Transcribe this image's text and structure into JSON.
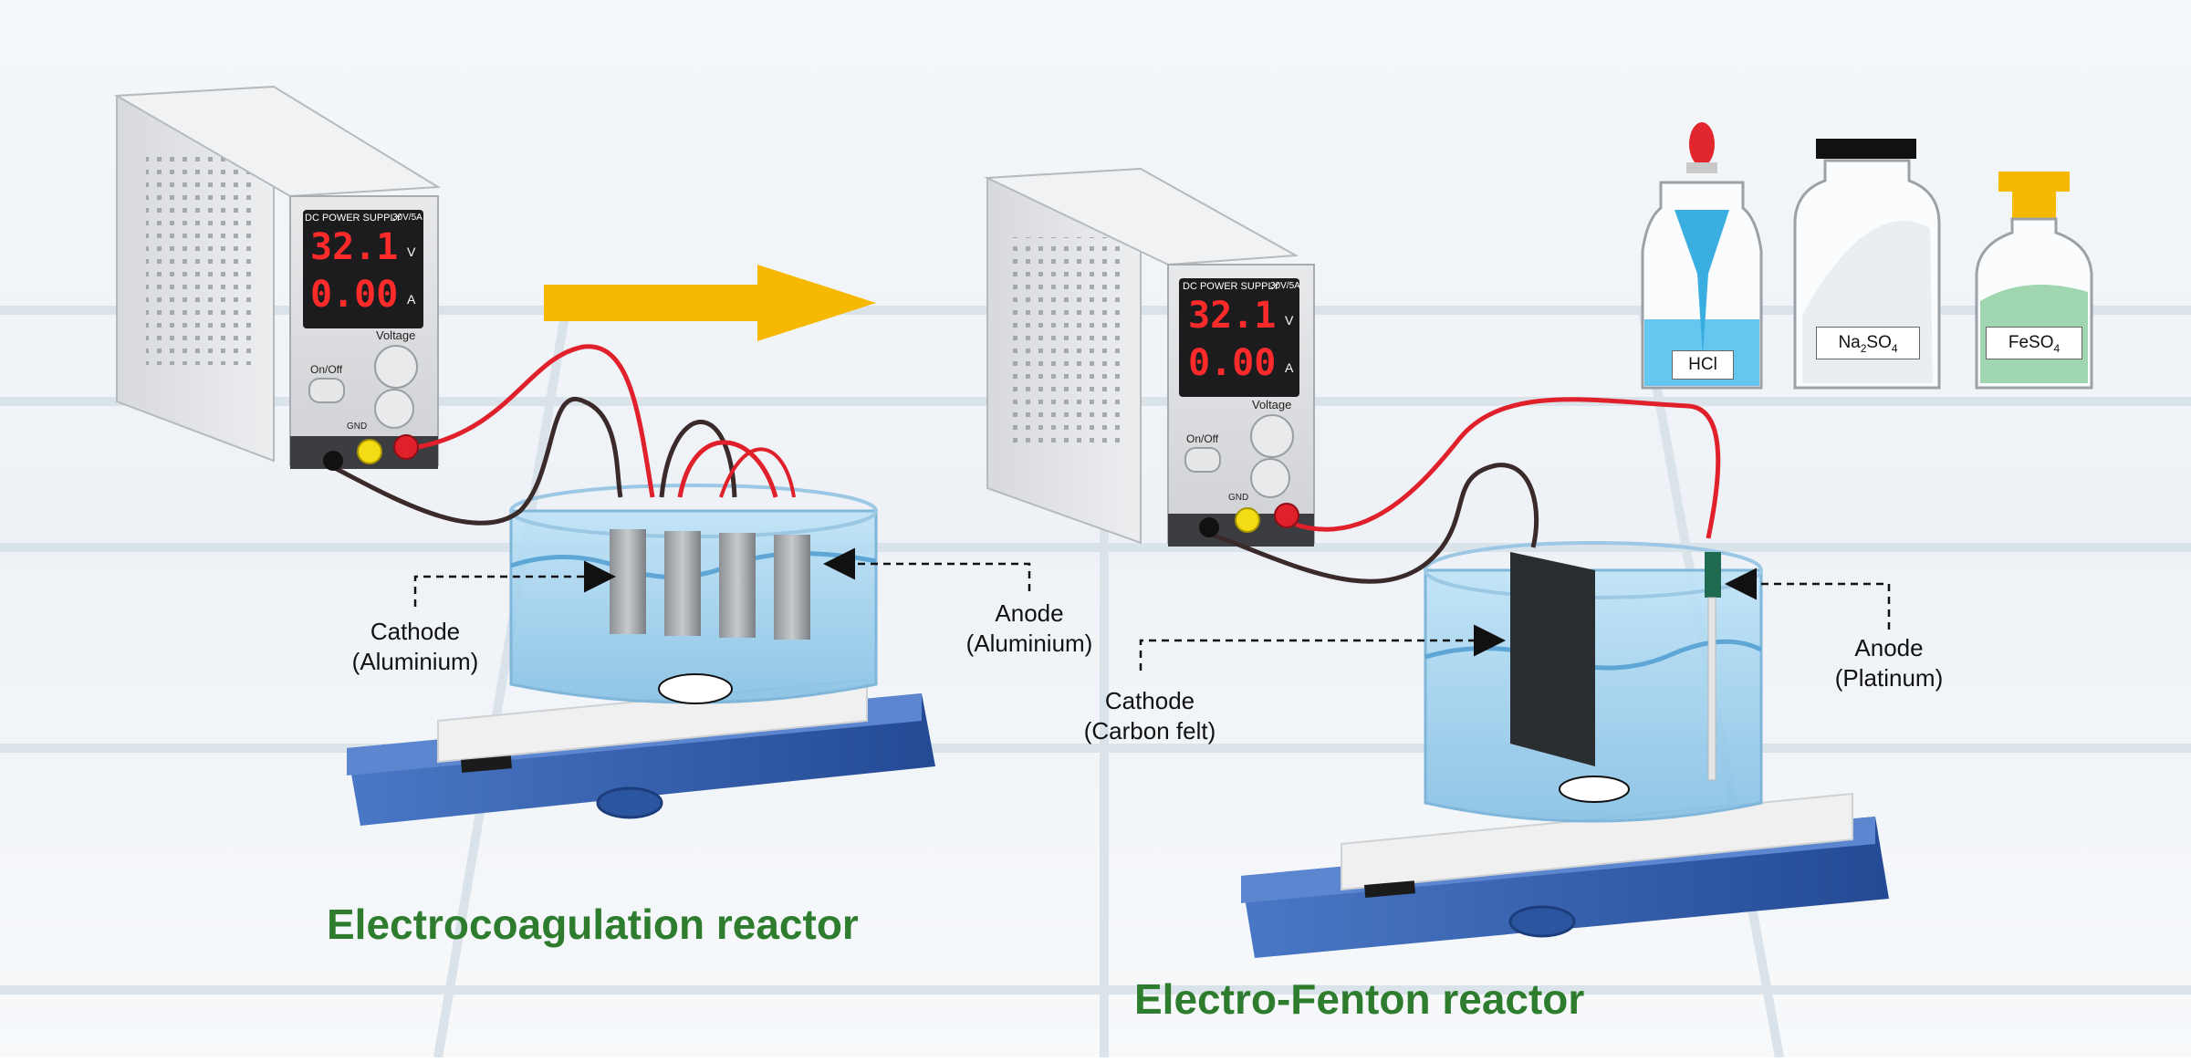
{
  "power_supply": {
    "brand": "DC POWER SUPPLY",
    "rating": "30V/5A",
    "voltage_reading": "32.1",
    "voltage_unit": "V",
    "current_reading": "0.00",
    "current_unit": "A",
    "onoff_label": "On/Off",
    "voltage_knob_label": "Voltage",
    "gnd_label": "GND"
  },
  "electrocoagulation": {
    "title": "Electrocoagulation reactor",
    "cathode_label_line1": "Cathode",
    "cathode_label_line2": "(Aluminium)",
    "anode_label_line1": "Anode",
    "anode_label_line2": "(Aluminium)"
  },
  "electro_fenton": {
    "title": "Electro-Fenton reactor",
    "cathode_label_line1": "Cathode",
    "cathode_label_line2": "(Carbon felt)",
    "anode_label_line1": "Anode",
    "anode_label_line2": "(Platinum)"
  },
  "reagents": {
    "hcl": "HCl",
    "na2so4_base": "Na",
    "na2so4_sub1": "2",
    "na2so4_mid": "SO",
    "na2so4_sub2": "4",
    "feso4_base": "FeSO",
    "feso4_sub": "4"
  },
  "colors": {
    "title_green": "#2e7d2e",
    "arrow_yellow": "#f6b800",
    "wire_red": "#e0202a",
    "wire_black": "#3a2a2a",
    "hotplate_blue": "#2f5aa8",
    "water_blue": "#9cd0ee",
    "display_red": "#ff2a2a"
  }
}
